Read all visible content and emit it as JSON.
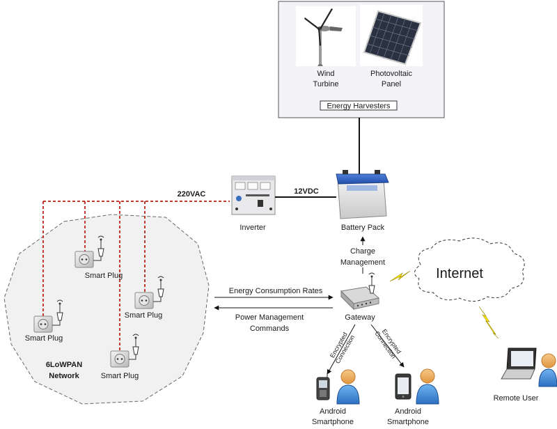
{
  "harvesters": {
    "wind_line1": "Wind",
    "wind_line2": "Turbine",
    "pv_line1": "Photovoltaic",
    "pv_line2": "Panel",
    "group_label": "Energy Harvesters"
  },
  "power": {
    "ac_label": "220VAC",
    "dc_label": "12VDC",
    "inverter_label": "Inverter",
    "battery_label": "Battery Pack"
  },
  "gateway": {
    "charge_line1": "Charge",
    "charge_line2": "Management",
    "label": "Gateway"
  },
  "network": {
    "plug_label": "Smart Plug",
    "name_line1": "6LoWPAN",
    "name_line2": "Network"
  },
  "flows": {
    "energy_rates": "Energy Consumption Rates",
    "commands_line1": "Power Management",
    "commands_line2": "Commands"
  },
  "cloud": {
    "label": "Internet"
  },
  "clients": {
    "encrypted_line1": "Encrypted",
    "encrypted_line2": "Connection",
    "android_line1": "Android",
    "android_line2": "Smartphone",
    "remote_user": "Remote User"
  },
  "colors": {
    "ac_wire": "#c0392b",
    "lightning": "#ffe600",
    "panel_bg": "#f3f3f8"
  }
}
